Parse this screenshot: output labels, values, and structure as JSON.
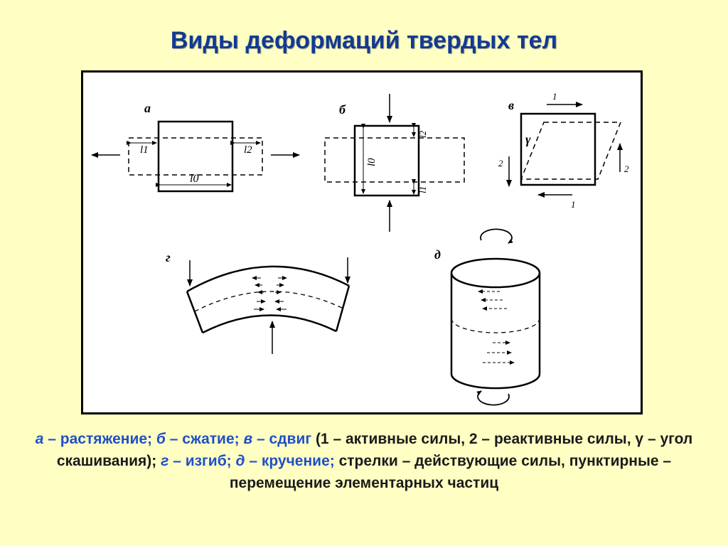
{
  "title": "Виды деформаций твердых тел",
  "figure": {
    "panel_labels": {
      "a": "а",
      "b": "б",
      "v": "в",
      "g": "г",
      "d": "д"
    },
    "a": {
      "l1": "l1",
      "l2": "l2",
      "l0": "l0"
    },
    "b": {
      "l0": "l0",
      "l1": "l1",
      "l2": "l2"
    },
    "v": {
      "force_active": "1",
      "force_reactive": "2",
      "angle": "γ"
    }
  },
  "caption": {
    "a_letter": "а",
    "a_text": " – растяжение;",
    "b_letter": "б",
    "b_text": " – сжатие;",
    "v_letter": "в",
    "v_text": " – сдвиг",
    "paren_open": " (1 – активные силы, 2 – реактивные силы, ",
    "gamma": "γ",
    "paren_close": " – угол скашивания);",
    "g_letter": "г",
    "g_text": " – изгиб;",
    "d_letter": "д",
    "d_text": " – кручение;",
    "tail": " стрелки – действующие силы, пунктирные – перемещение элементарных частиц"
  },
  "colors": {
    "background": "#ffffc4",
    "title": "#123a93",
    "highlight": "#1f4fc9"
  }
}
